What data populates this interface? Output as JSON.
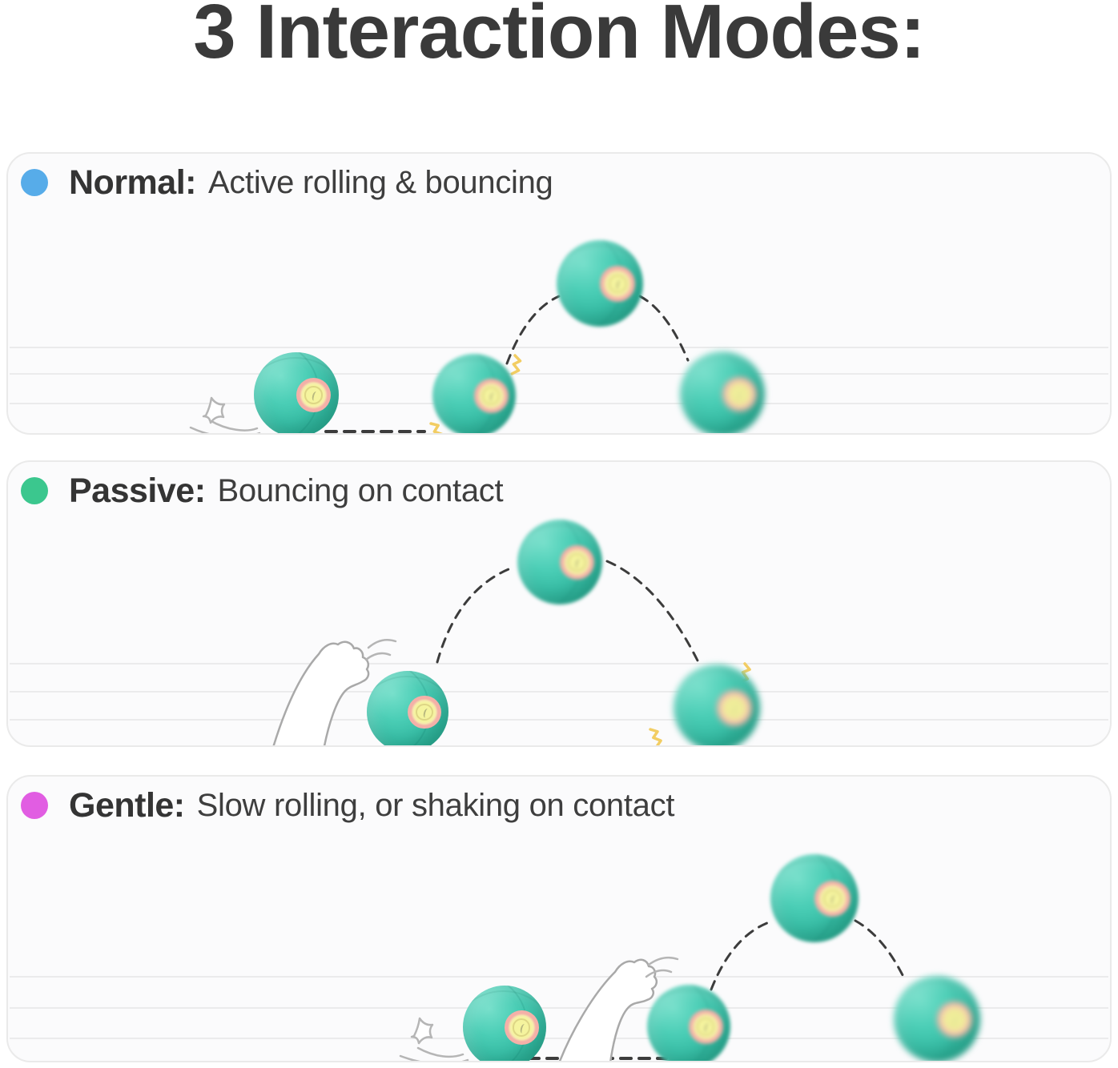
{
  "page": {
    "title": "3 Interaction Modes:"
  },
  "modes": [
    {
      "name": "Normal",
      "label": "Normal:",
      "description": "Active rolling & bouncing",
      "dot_color": "#57ace9",
      "ball_ghosts": 4
    },
    {
      "name": "Passive",
      "label": "Passive:",
      "description": "Bouncing on contact",
      "dot_color": "#3bc78e",
      "ball_ghosts": 3
    },
    {
      "name": "Gentle",
      "label": "Gentle:",
      "description": "Slow rolling, or shaking on contact",
      "dot_color": "#e15de2",
      "ball_ghosts": 4
    }
  ],
  "colors": {
    "title_text": "#3a3a3a",
    "panel_background": "#fbfbfc",
    "panel_border": "#eaeaea",
    "floor_line": "#e6e6e6",
    "ball_teal": "#3ec7ae",
    "ball_eye_ring_pink": "#f4b0a8",
    "ball_eye_center_yellow": "#f5f49e",
    "trajectory_dash": "#3c3c3c",
    "vibration_squiggle": "#f2cd63",
    "sketch_outline": "#a9a9a9"
  }
}
